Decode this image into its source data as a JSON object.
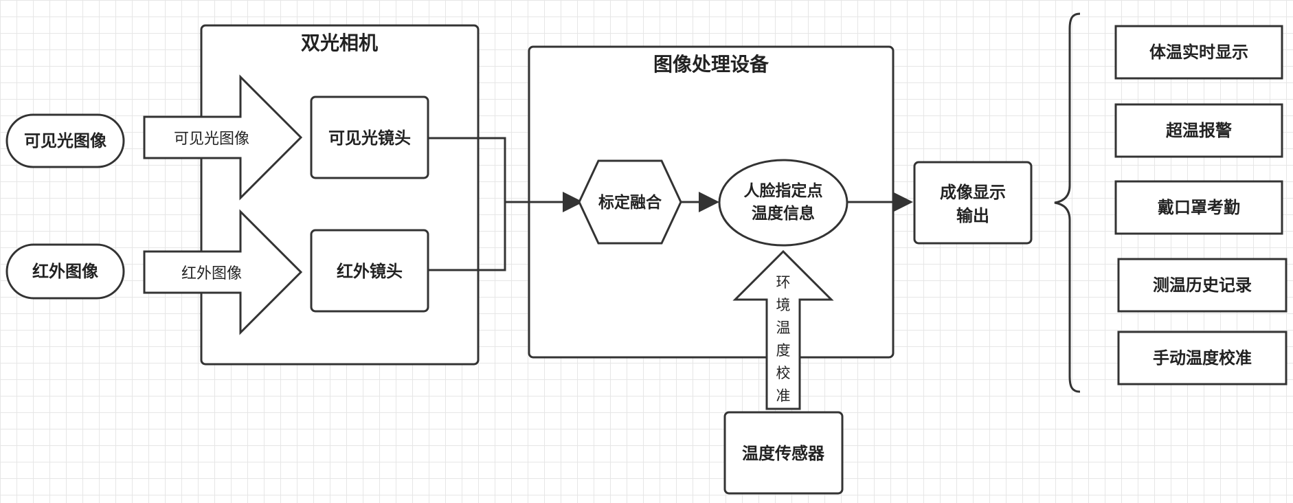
{
  "dual_camera": {
    "title": "双光相机",
    "visible_lens": "可见光镜头",
    "infrared_lens": "红外镜头"
  },
  "inputs": {
    "visible_image": "可见光图像",
    "infrared_image": "红外图像",
    "visible_arrow_label": "可见光图像",
    "infrared_arrow_label": "红外图像"
  },
  "processor": {
    "title": "图像处理设备",
    "calibration": "标定融合",
    "face_temp_line1": "人脸指定点",
    "face_temp_line2": "温度信息"
  },
  "sensor": {
    "label": "温度传感器",
    "arrow_chars": [
      "环",
      "境",
      "温",
      "度",
      "校",
      "准"
    ]
  },
  "output": {
    "line1": "成像显示",
    "line2": "输出"
  },
  "features": [
    "体温实时显示",
    "超温报警",
    "戴口罩考勤",
    "测温历史记录",
    "手动温度校准"
  ],
  "colors": {
    "stroke": "#333333",
    "grid": "#e6e6e6",
    "fill": "#ffffff"
  }
}
